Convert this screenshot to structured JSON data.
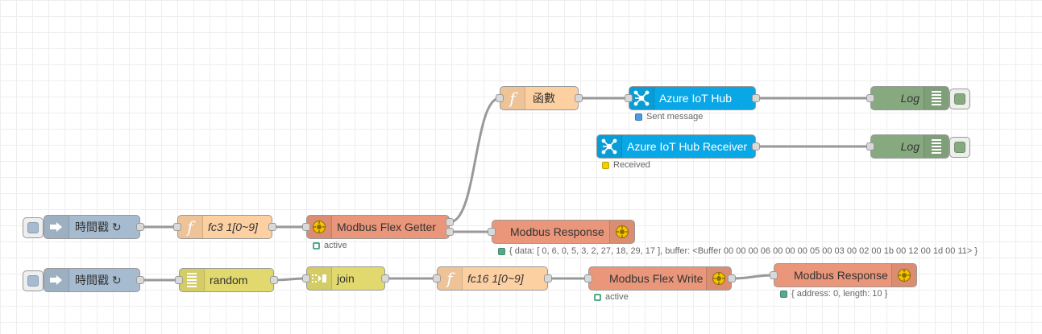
{
  "colors": {
    "inject": "#a6bbcf",
    "function": "#fdd0a2",
    "modbus": "#e9967a",
    "azure": "#0aa7e6",
    "debug": "#87a980",
    "random": "#e2d96e",
    "join": "#e2d96e",
    "wire": "#999999"
  },
  "nodes": {
    "inject1": {
      "label": "時間戳 ↻",
      "icon": "arrow-right-icon"
    },
    "fc3": {
      "label": "fc3 1[0~9]",
      "icon": "function-icon"
    },
    "flex_getter": {
      "label": "Modbus Flex Getter",
      "icon": "modbus-gear-icon",
      "status": "active"
    },
    "func_cn": {
      "label": "函數",
      "icon": "function-icon"
    },
    "azure_hub": {
      "label": "Azure IoT Hub",
      "icon": "azure-hub-icon",
      "status": "Sent message"
    },
    "log1": {
      "label": "Log",
      "icon": "list-icon"
    },
    "azure_receiver": {
      "label": "Azure IoT Hub Receiver",
      "icon": "azure-hub-icon",
      "status": "Received"
    },
    "log2": {
      "label": "Log",
      "icon": "list-icon"
    },
    "response1": {
      "label": "Modbus Response",
      "icon": "modbus-gear-icon",
      "status": "{ data: [ 0, 6, 0, 5, 3, 2, 27, 18, 29, 17 ], buffer: <Buffer 00 00 00 06 00 00 00 05 00 03 00 02 00 1b 00 12 00 1d 00 11> }"
    },
    "inject2": {
      "label": "時間戳 ↻",
      "icon": "arrow-right-icon"
    },
    "random": {
      "label": "random",
      "icon": "list-icon"
    },
    "join": {
      "label": "join",
      "icon": "join-icon"
    },
    "fc16": {
      "label": "fc16 1[0~9]",
      "icon": "function-icon"
    },
    "flex_write": {
      "label": "Modbus Flex Write",
      "icon": "modbus-gear-icon",
      "status": "active"
    },
    "response2": {
      "label": "Modbus Response",
      "icon": "modbus-gear-icon",
      "status": "{ address: 0, length: 10 }"
    }
  },
  "status_colors": {
    "active": "#55aa88",
    "sent": "#4a9be6",
    "received": "#f0d000",
    "response": "#55aa88"
  }
}
